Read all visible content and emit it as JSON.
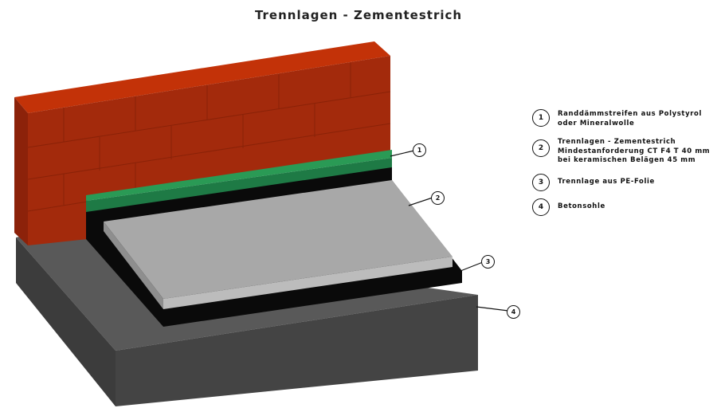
{
  "title": "Trennlagen - Zementestrich",
  "colors": {
    "brick": "#a32a0c",
    "brick_top": "#c33208",
    "insulation": "#1e7a45",
    "screed": "#a8a8a8",
    "foil": "#0a0a0a",
    "concrete": "#555555"
  },
  "callouts": [
    "1",
    "2",
    "3",
    "4"
  ],
  "legend": [
    {
      "num": "1",
      "text": "Randdämmstreifen aus Polystyrol\noder Mineralwolle"
    },
    {
      "num": "2",
      "text": "Trennlagen - Zementestrich\nMindestanforderung CT F4 T 40 mm\nbei keramischen Belägen 45 mm"
    },
    {
      "num": "3",
      "text": "Trennlage aus PE-Folie"
    },
    {
      "num": "4",
      "text": "Betonsohle"
    }
  ]
}
